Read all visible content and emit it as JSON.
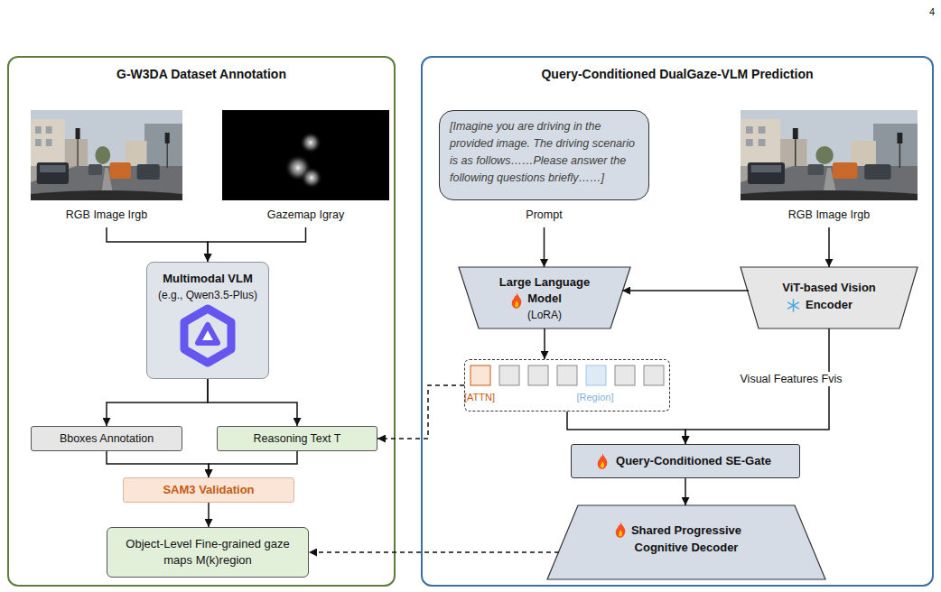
{
  "diagram": {
    "nodes": [
      {
        "text": [
          "G-W3DA Dataset Annotation"
        ]
      },
      {
        "text": [
          "RGB Image Irgb"
        ],
        "in": 0
      },
      {
        "text": [
          "Gazemap Igray"
        ],
        "in": 0
      },
      {
        "text": [
          "Multimodal VLM",
          "(e.g., Qwen3.5-Plus)"
        ],
        "in": 0
      },
      {
        "text": [
          "Bboxes Annotation"
        ],
        "in": 0
      },
      {
        "text": [
          "Reasoning Text T"
        ],
        "in": 0
      },
      {
        "text": [
          "SAM3 Validation"
        ],
        "in": 0
      },
      {
        "text": [
          "Object-Level Fine-grained gaze maps M(k)region"
        ],
        "in": 0
      },
      {
        "text": [
          "Query-Conditioned DualGaze-VLM Prediction"
        ]
      },
      {
        "text": [
          "[Imagine you are driving in the provided image. The driving scenario is as follows……Please answer the following questions briefly……]",
          "Prompt"
        ],
        "in": 8
      },
      {
        "text": [
          "RGB Image Irgb"
        ],
        "in": 8
      },
      {
        "text": [
          "Large Language Model",
          "(LoRA)"
        ],
        "in": 8
      },
      {
        "text": [
          "ViT-based Vision Encoder"
        ],
        "in": 8
      },
      {
        "text": [
          "[ATTN]",
          "[Region]"
        ],
        "in": 8
      },
      {
        "text": [
          "Query-Conditioned SE-Gate"
        ],
        "in": 8
      },
      {
        "text": [
          "Shared Progressive Cognitive Decoder"
        ],
        "in": 8
      }
    ],
    "edges": [
      {
        "from": 1,
        "to": 3,
        "arrow": "to"
      },
      {
        "from": 2,
        "to": 3,
        "arrow": "to"
      },
      {
        "from": 3,
        "to": 4,
        "arrow": "to"
      },
      {
        "from": 3,
        "to": 5,
        "arrow": "to"
      },
      {
        "from": 4,
        "to": 6,
        "arrow": "to"
      },
      {
        "from": 5,
        "to": 6,
        "arrow": "to"
      },
      {
        "from": 6,
        "to": 7,
        "arrow": "to"
      },
      {
        "from": 9,
        "to": 11,
        "arrow": "to"
      },
      {
        "from": 10,
        "to": 12,
        "arrow": "to"
      },
      {
        "from": 12,
        "to": 11,
        "arrow": "to"
      },
      {
        "from": 11,
        "to": 13,
        "arrow": "to"
      },
      {
        "from": 13,
        "to": 5,
        "arrow": "to"
      },
      {
        "from": 13,
        "to": 14,
        "arrow": "to"
      },
      {
        "from": 12,
        "to": 14,
        "label": "Visual Features Fvis",
        "arrow": "to"
      },
      {
        "from": 14,
        "to": 15,
        "arrow": "to"
      },
      {
        "from": 15,
        "to": 7,
        "arrow": "to"
      }
    ],
    "labels": [
      "4"
    ]
  }
}
